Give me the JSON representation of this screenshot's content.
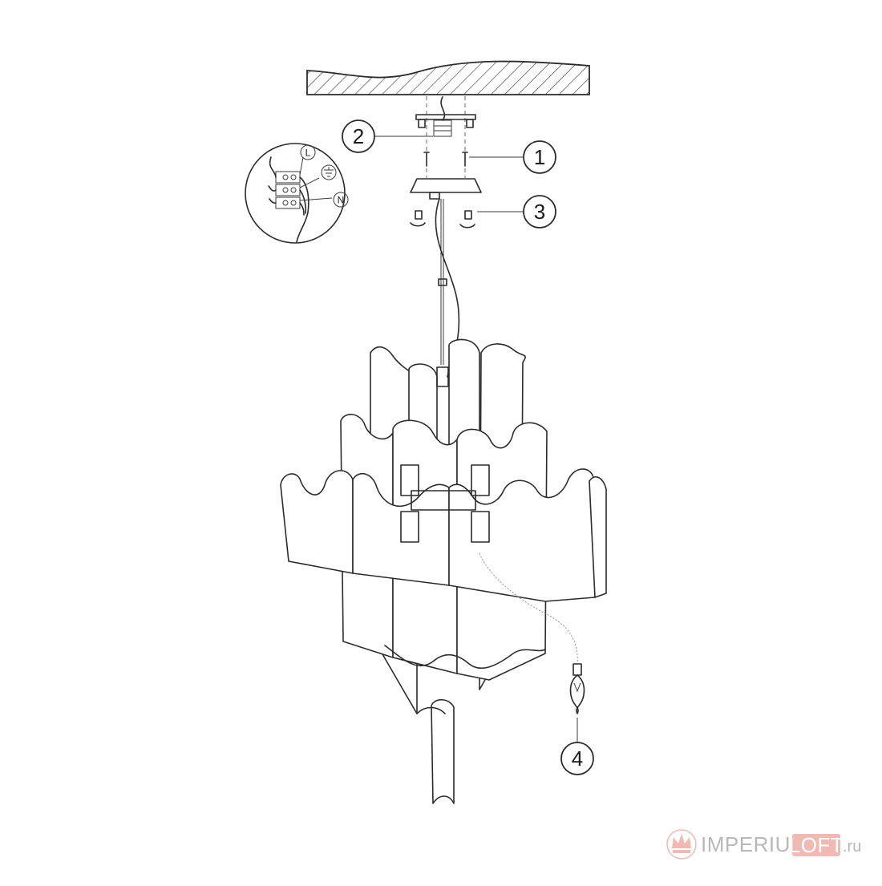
{
  "callouts": [
    {
      "label": "1"
    },
    {
      "label": "2"
    },
    {
      "label": "3"
    },
    {
      "label": "4"
    }
  ],
  "wiring": {
    "live": "L",
    "neutral": "N"
  },
  "watermark": {
    "part1": "IMPERIUM",
    "part2": "LOFT",
    "part3": ".ru",
    "color_grey": "#b8b8b8",
    "color_accent": "#f0b9b4"
  }
}
